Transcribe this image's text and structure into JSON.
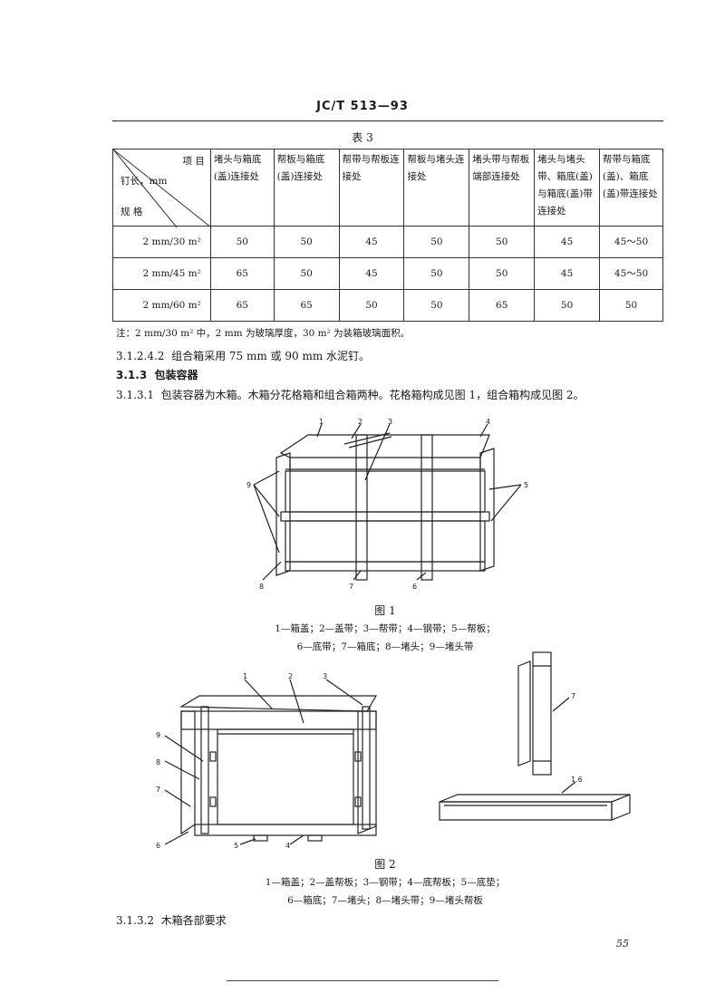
{
  "header": "JC/T 513—93",
  "table": {
    "caption": "表 3",
    "corner": {
      "item": "项 目",
      "nail": "钉长，mm",
      "spec": "规 格"
    },
    "columns": [
      "堵头与箱底(盖)连接处",
      "帮板与箱底(盖)连接处",
      "帮带与帮板连接处",
      "帮板与堵头连接处",
      "堵头带与帮板端部连接处",
      "堵头与堵头带、箱底(盖)与箱底(盖)带连接处",
      "帮带与箱底(盖)、箱底(盖)带连接处"
    ],
    "rows": [
      {
        "spec": "2 mm/30 m²",
        "values": [
          "50",
          "50",
          "45",
          "50",
          "50",
          "45",
          "45～50"
        ]
      },
      {
        "spec": "2 mm/45 m²",
        "values": [
          "65",
          "50",
          "45",
          "50",
          "50",
          "45",
          "45～50"
        ]
      },
      {
        "spec": "2 mm/60 m²",
        "values": [
          "65",
          "65",
          "50",
          "50",
          "65",
          "50",
          "50"
        ]
      }
    ],
    "note": "注：2 mm/30 m² 中，2 mm 为玻璃厚度，30 m² 为装箱玻璃面积。"
  },
  "p_3_1_2_4_2": {
    "num": "3.1.2.4.2",
    "text": "组合箱采用 75 mm 或 90 mm 水泥钉。"
  },
  "h_3_1_3": {
    "num": "3.1.3",
    "text": "包装容器"
  },
  "p_3_1_3_1": {
    "num": "3.1.3.1",
    "text": "包装容器为木箱。木箱分花格箱和组合箱两种。花格箱构成见图 1，组合箱构成见图 2。"
  },
  "fig1": {
    "title": "图 1",
    "legend1": "1—箱盖；2—盖带；3—帮带；4—钢带；5—帮板；",
    "legend2": "6—底带；7—箱底；8—堵头；9—堵头带",
    "callouts": [
      "1",
      "2",
      "3",
      "4",
      "5",
      "6",
      "7",
      "8",
      "9"
    ]
  },
  "fig2": {
    "title": "图 2",
    "legend1": "1—箱盖；2—盖帮板；3—钢带；4—底帮板；5—底垫；",
    "legend2": "6—箱底；7—堵头；8—堵头带；9—堵头帮板",
    "callouts": [
      "1",
      "2",
      "3",
      "4",
      "5",
      "6",
      "7",
      "8",
      "9"
    ],
    "callout_side_7": "7",
    "callout_tray": "1.6"
  },
  "p_3_1_3_2": {
    "num": "3.1.3.2",
    "text": "木箱各部要求"
  },
  "page_number": "55"
}
